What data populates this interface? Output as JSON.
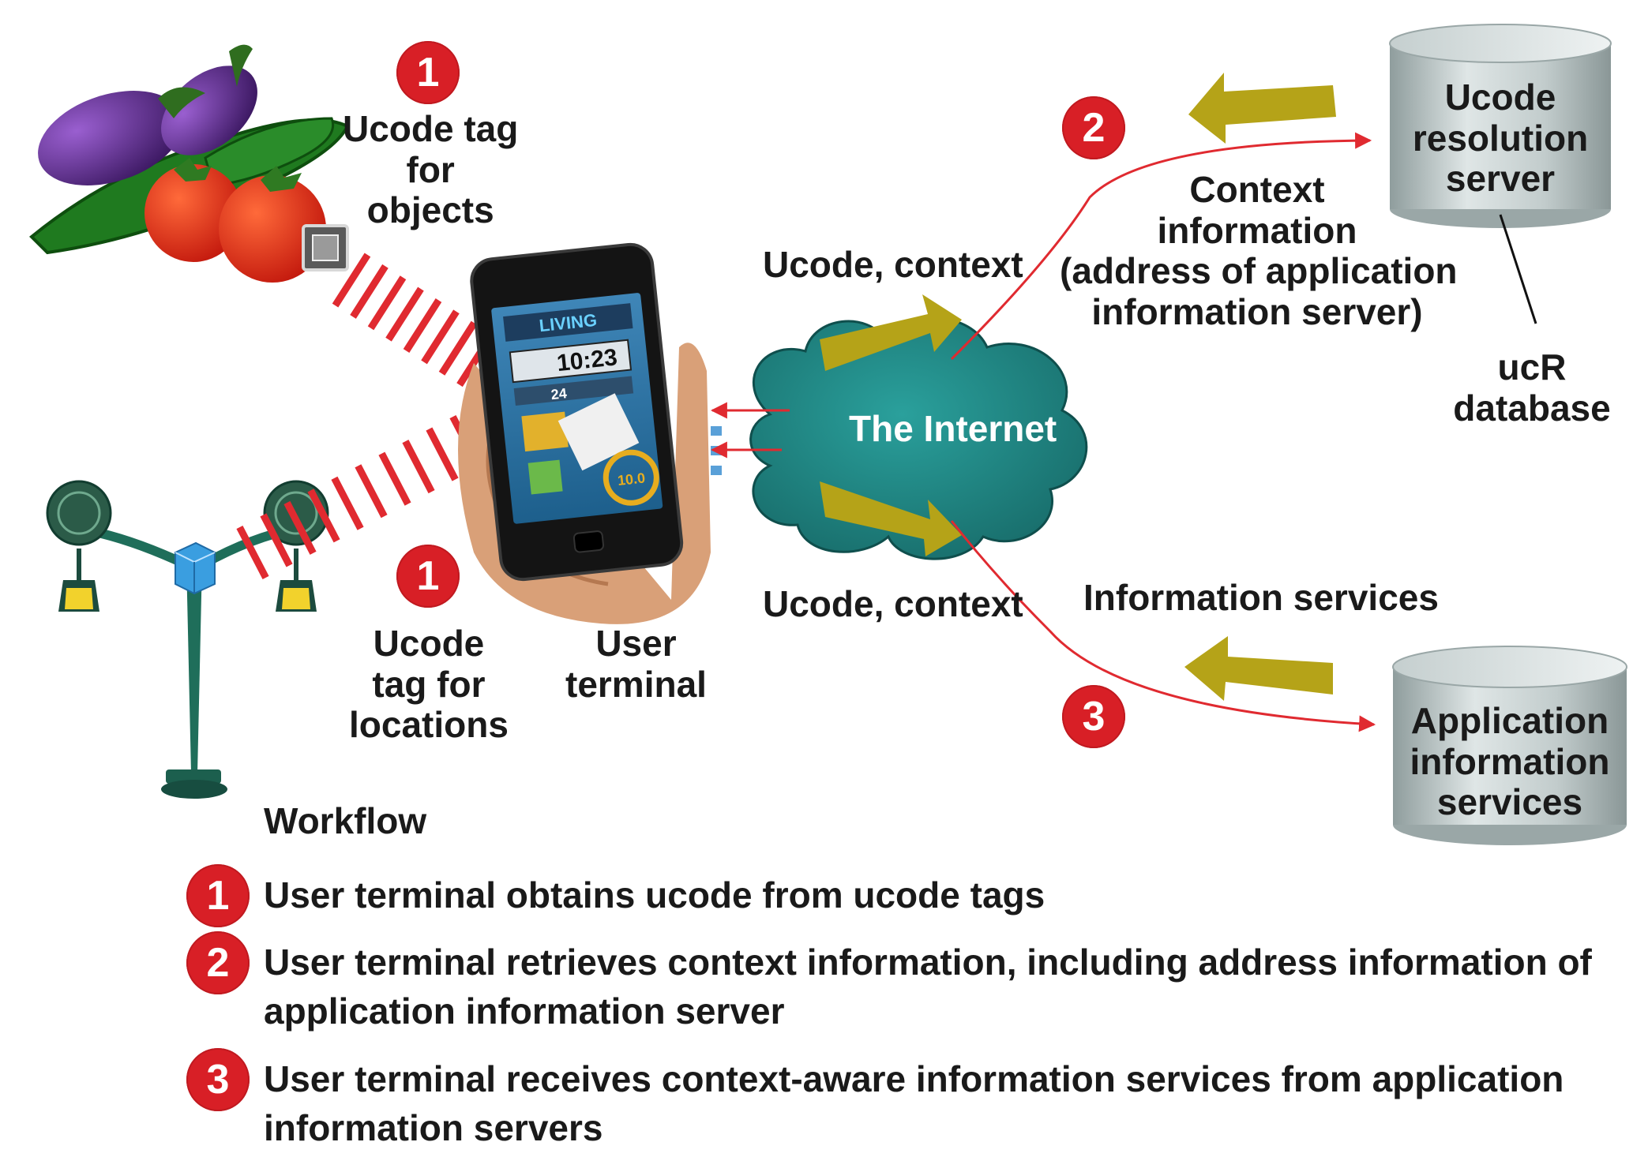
{
  "labels": {
    "tag_objects": [
      "Ucode tag",
      "for",
      "objects"
    ],
    "tag_locations": [
      "Ucode",
      "tag for",
      "locations"
    ],
    "user_terminal": [
      "User",
      "terminal"
    ],
    "ucode_context_top": "Ucode, context",
    "ucode_context_bottom": "Ucode, context",
    "internet": "The Internet",
    "context_info": [
      "Context",
      "information",
      "(address of application",
      "information server)"
    ],
    "resolution_server": [
      "Ucode",
      "resolution",
      "server"
    ],
    "ucr_database": [
      "ucR",
      "database"
    ],
    "information_services": "Information services",
    "app_info_services": [
      "Application",
      "information",
      "services"
    ]
  },
  "phone_screen": {
    "header": "LIVING",
    "time": "10:23",
    "temp": "24",
    "gauge": "10.0"
  },
  "badges": {
    "one": "1",
    "two": "2",
    "three": "3"
  },
  "workflow": {
    "title": "Workflow",
    "steps": [
      {
        "num": "1",
        "lines": [
          "User terminal obtains ucode from ucode tags"
        ]
      },
      {
        "num": "2",
        "lines": [
          "User terminal retrieves context information, including address information of",
          "application information server"
        ]
      },
      {
        "num": "3",
        "lines": [
          "User terminal receives context-aware information services from application",
          "information servers"
        ]
      }
    ]
  },
  "colors": {
    "badge_red": "#d81f26",
    "signal_red": "#e02a30",
    "arrow_olive": "#b5a318",
    "cloud_teal": "#1f7d7b",
    "cylinder_gray": "#b9c3c3"
  }
}
